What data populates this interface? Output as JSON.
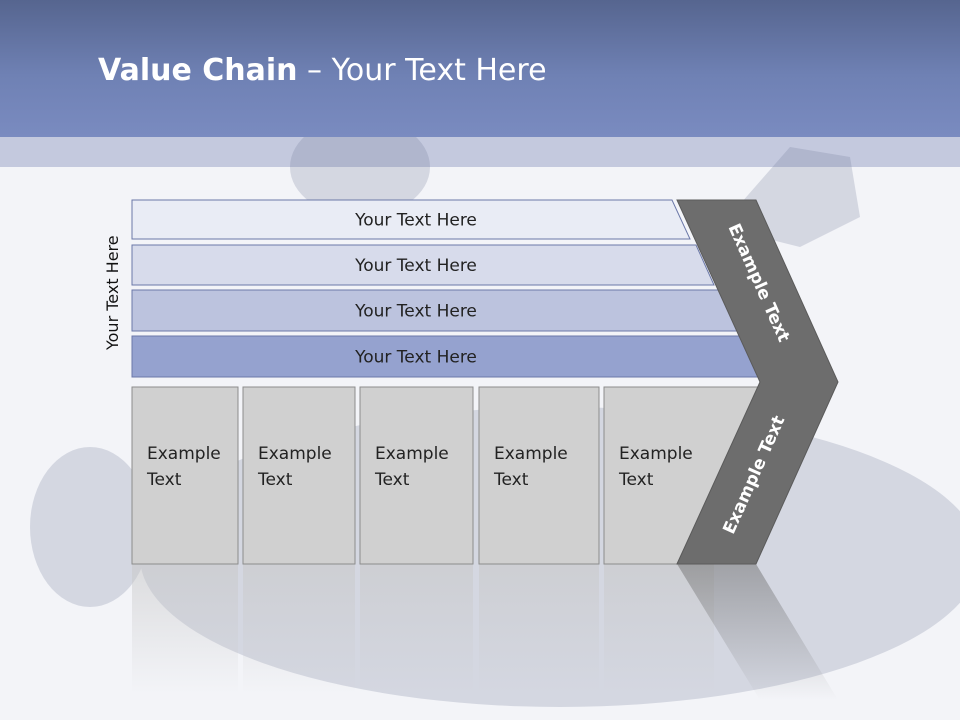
{
  "slide": {
    "title_bold": "Value Chain",
    "title_rest": " – Your Text Here",
    "side_label": "Your Text Here"
  },
  "support_rows": [
    {
      "label": "Your Text Here",
      "color": "#e9ecf5"
    },
    {
      "label": "Your Text Here",
      "color": "#d7dbeb"
    },
    {
      "label": "Your Text Here",
      "color": "#bcc3de"
    },
    {
      "label": "Your Text Here",
      "color": "#95a2cf"
    }
  ],
  "primary_boxes": [
    {
      "line1": "Example",
      "line2": "Text"
    },
    {
      "line1": "Example",
      "line2": "Text"
    },
    {
      "line1": "Example",
      "line2": "Text"
    },
    {
      "line1": "Example",
      "line2": "Text"
    },
    {
      "line1": "Example",
      "line2": "Text"
    }
  ],
  "margin": {
    "top_label": "Example Text",
    "bottom_label": "Example Text"
  },
  "colors": {
    "header": "#6f81b4",
    "box_fill": "#d0d0d0",
    "margin_fill": "#6d6d6d"
  }
}
